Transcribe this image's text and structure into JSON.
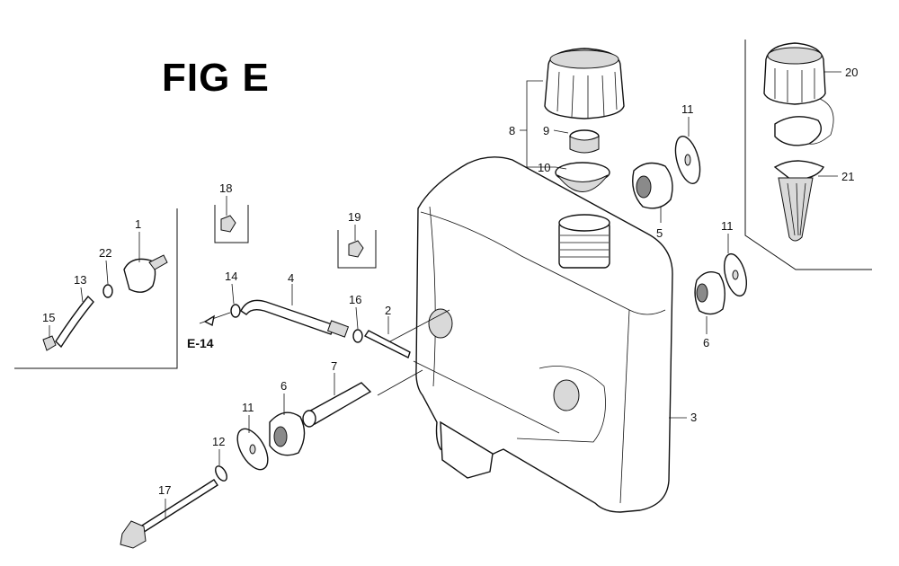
{
  "figure": {
    "title": "FIG E"
  },
  "reference_label": "E-14",
  "callouts": [
    {
      "id": "c1",
      "label": "1"
    },
    {
      "id": "c2",
      "label": "2"
    },
    {
      "id": "c3",
      "label": "3"
    },
    {
      "id": "c4",
      "label": "4"
    },
    {
      "id": "c5",
      "label": "5"
    },
    {
      "id": "c6a",
      "label": "6"
    },
    {
      "id": "c6b",
      "label": "6"
    },
    {
      "id": "c7",
      "label": "7"
    },
    {
      "id": "c8",
      "label": "8"
    },
    {
      "id": "c9",
      "label": "9"
    },
    {
      "id": "c10",
      "label": "10"
    },
    {
      "id": "c11a",
      "label": "11"
    },
    {
      "id": "c11b",
      "label": "11"
    },
    {
      "id": "c11c",
      "label": "11"
    },
    {
      "id": "c12",
      "label": "12"
    },
    {
      "id": "c13",
      "label": "13"
    },
    {
      "id": "c14",
      "label": "14"
    },
    {
      "id": "c15",
      "label": "15"
    },
    {
      "id": "c16",
      "label": "16"
    },
    {
      "id": "c17",
      "label": "17"
    },
    {
      "id": "c18",
      "label": "18"
    },
    {
      "id": "c19",
      "label": "19"
    },
    {
      "id": "c20",
      "label": "20"
    },
    {
      "id": "c21",
      "label": "21"
    },
    {
      "id": "c22",
      "label": "22"
    }
  ]
}
